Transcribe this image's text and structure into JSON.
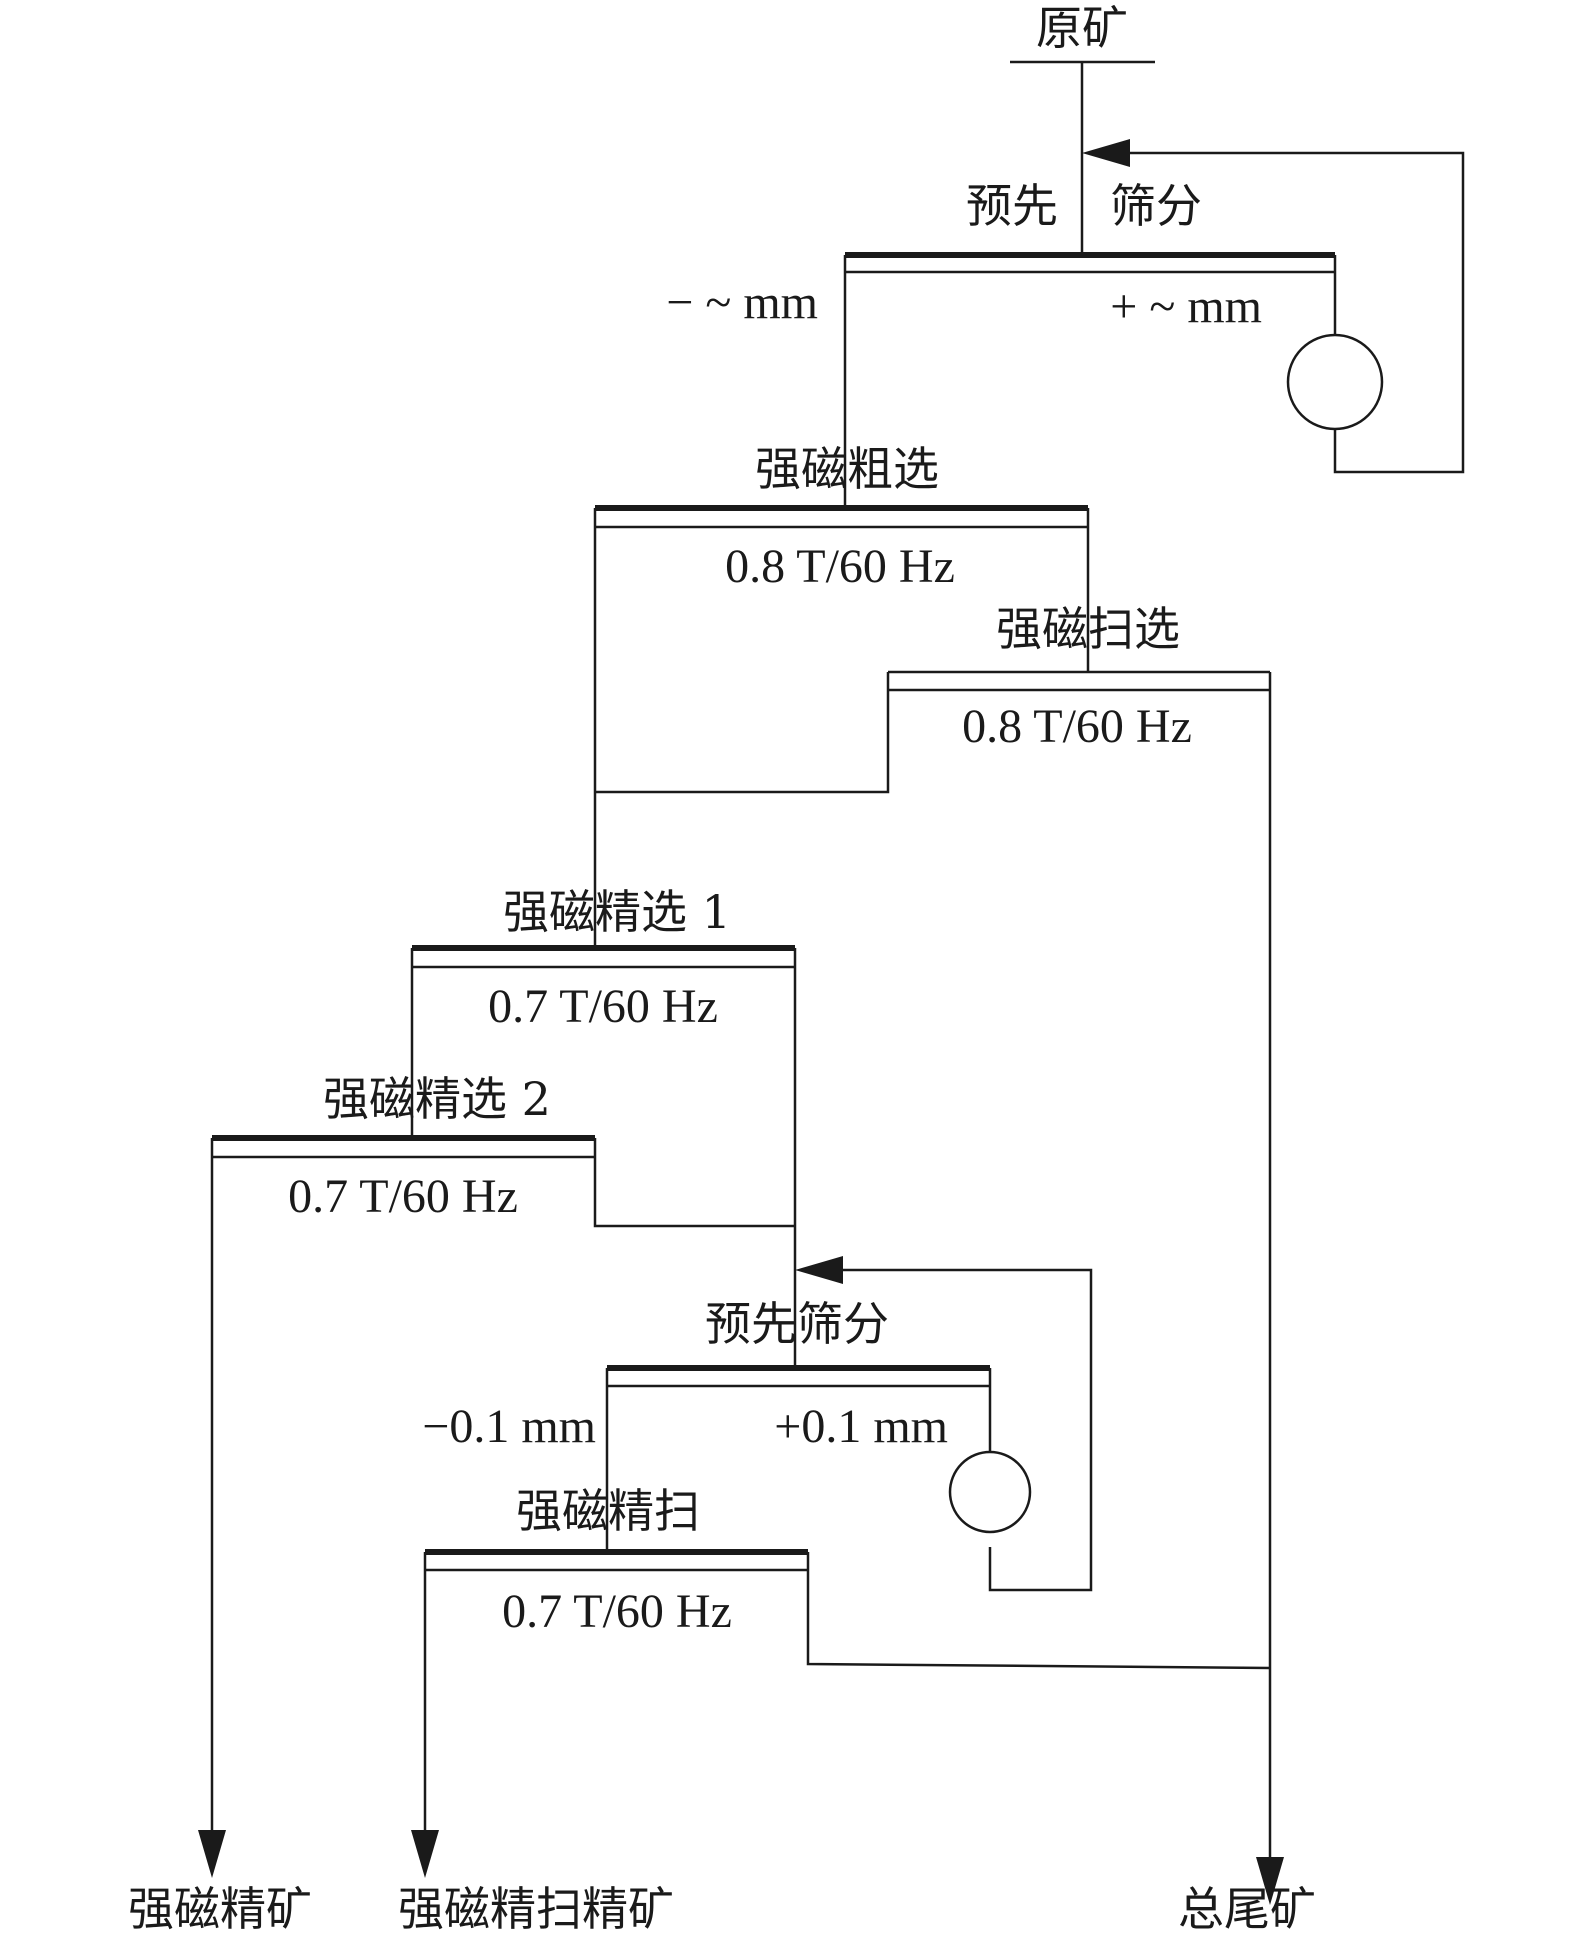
{
  "feed": {
    "label": "原矿"
  },
  "pre_screening_1": {
    "label_left": "预先",
    "label_right": "筛分",
    "undersize": "− ~ mm",
    "oversize": "+ ~ mm"
  },
  "rougher": {
    "label": "强磁粗选",
    "setting": "0.8 T/60 Hz"
  },
  "scavenger": {
    "label": "强磁扫选",
    "setting": "0.8 T/60 Hz"
  },
  "cleaner_1": {
    "label": "强磁精选 1",
    "setting": "0.7 T/60 Hz"
  },
  "cleaner_2": {
    "label": "强磁精选 2",
    "setting": "0.7 T/60 Hz"
  },
  "pre_screening_2": {
    "label": "预先筛分",
    "undersize": "−0.1 mm",
    "oversize": "+0.1 mm"
  },
  "cleaner_scavenger": {
    "label": "强磁精扫",
    "setting": "0.7 T/60 Hz"
  },
  "products": {
    "concentrate": "强磁精矿",
    "scavenger_concentrate": "强磁精扫精矿",
    "tailings": "总尾矿"
  }
}
